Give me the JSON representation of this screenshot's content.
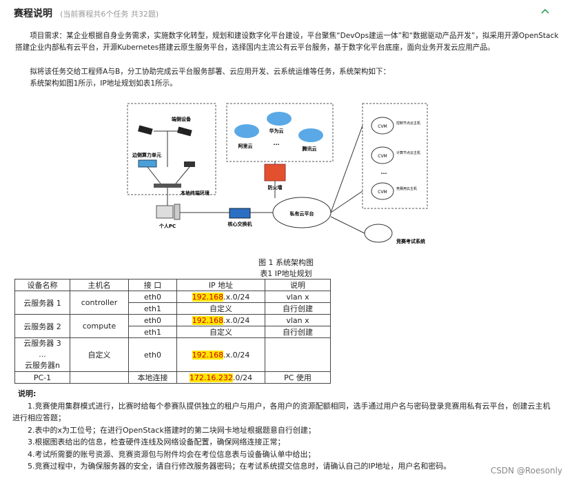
{
  "header": {
    "title": "赛程说明",
    "subtitle": "(当前赛程共6个任务  共32题)"
  },
  "intro": {
    "p1": "项目需求：某企业根据自身业务需求，实施数字化转型，规划和建设数字化平台建设，平台聚焦“DevOps建运一体”和“数据驱动产品开发”，拟采用开源OpenStack搭建企业内部私有云平台，开源Kubernetes搭建云原生服务平台，选择国内主流公有云平台服务，基于数字化平台底座，面向业务开发云应用产品。",
    "p2": "拟将该任务交给工程师A与B，分工协助完成云平台服务部署、云应用开发、云系统运维等任务，系统架构如下：",
    "p3": "系统架构如图1所示，IP地址规划如表1所示。"
  },
  "figure": {
    "edge_devices": "端侧设备",
    "edge_compute": "边侧算力单元",
    "local_env": "本地终端环境",
    "pc": "个人PC",
    "core_switch": "核心交换机",
    "private_cloud": "私有云平台",
    "firewall": "防火墙",
    "huawei": "华为云",
    "aliyun": "阿里云",
    "tencent": "腾讯云",
    "dots": "...",
    "cvm": "CVM",
    "ctrl_node": "控制节点云主机",
    "compute_node": "计算节点云主机",
    "contest_vm": "竞赛用云主机",
    "contest_system": "竞赛考试系统"
  },
  "captions": {
    "fig": "图 1 系统架构图",
    "table": "表1 IP地址规划"
  },
  "table": {
    "headers": [
      "设备名称",
      "主机名",
      "接 口",
      "IP 地址",
      "说明"
    ],
    "server1": "云服务器 1",
    "server2": "云服务器 2",
    "server3": "云服务器 3",
    "ellipsis": "...",
    "servern": "云服务器n",
    "controller": "controller",
    "compute": "compute",
    "custom": "自定义",
    "eth0": "eth0",
    "eth1": "eth1",
    "ip_hl": "192.168",
    "ip_rest": ".x.0/24",
    "vlan": "vlan x",
    "self_create": "自行创建",
    "pc1": "PC-1",
    "local_conn": "本地连接",
    "pc_ip_hl": "172.16.232",
    "pc_ip_rest": ".0/24",
    "pc_use": "PC 使用"
  },
  "notes": {
    "title": "说明:",
    "n1": "1.竞赛使用集群模式进行，比赛时给每个参赛队提供独立的租户与用户，各用户的资源配额相同，选手通过用户名与密码登录竞赛用私有云平台，创建云主机进行相应答题；",
    "n2": "2.表中的x为工位号；在进行OpenStack搭建时的第二块网卡地址根据题意自行创建；",
    "n3": "3.根据图表给出的信息，检查硬件连线及网络设备配置，确保网络连接正常；",
    "n4": "4.考试所需要的账号资源、竞赛资源包与附件均会在考位信息表与设备确认单中给出；",
    "n5": "5.竞赛过程中，为确保服务器的安全，请自行修改服务器密码；在考试系统提交信息时，请确认自己的IP地址，用户名和密码。"
  },
  "watermark": "CSDN @Roesonly",
  "colors": {
    "accent": "#2e9e5b",
    "highlight": "#ffe600",
    "cloud": "#5aa9e6"
  }
}
